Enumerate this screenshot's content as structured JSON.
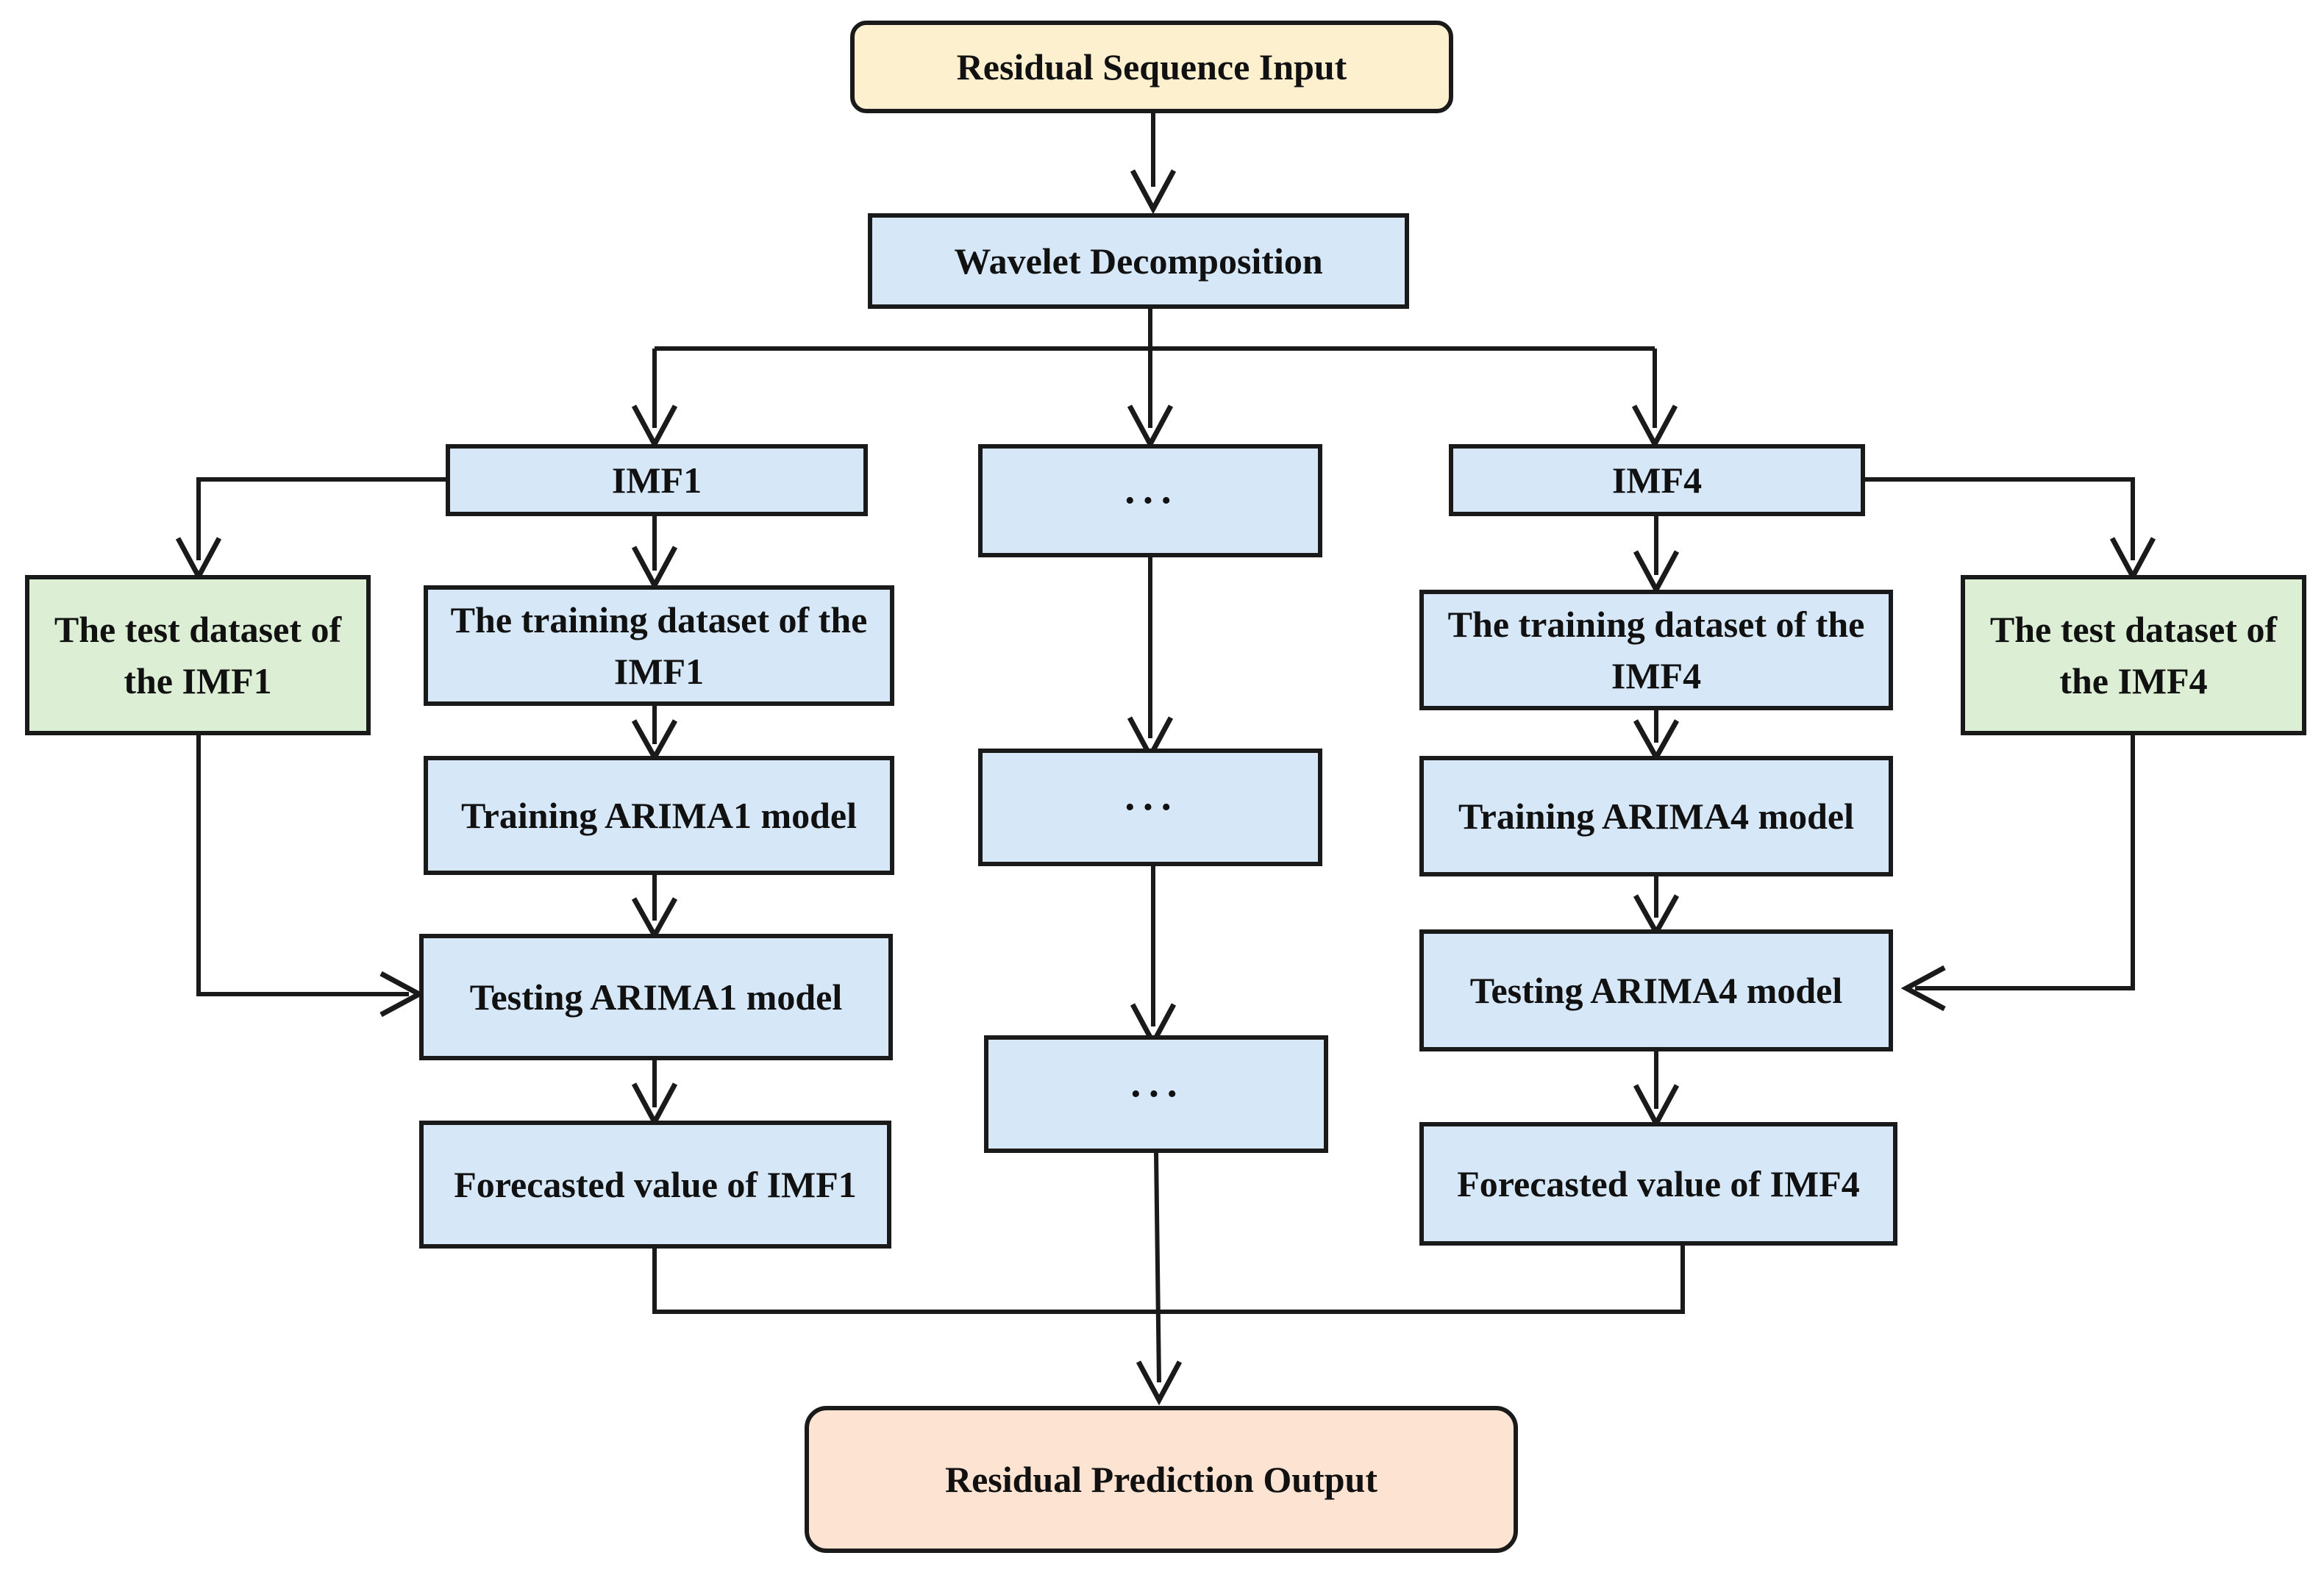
{
  "diagram": {
    "input": "Residual Sequence Input",
    "decomposition": "Wavelet Decomposition",
    "left_branch": {
      "imf": "IMF1",
      "test": "The test dataset of the IMF1",
      "training": "The training dataset of the IMF1",
      "train_model": "Training ARIMA1 model",
      "test_model": "Testing ARIMA1 model",
      "forecast": "Forecasted value of IMF1"
    },
    "middle_branch": {
      "node1": "···",
      "node2": "···",
      "node3": "···"
    },
    "right_branch": {
      "imf": "IMF4",
      "test": "The test dataset of the IMF4",
      "training": "The training dataset of the IMF4",
      "train_model": "Training ARIMA4 model",
      "test_model": "Testing ARIMA4 model",
      "forecast": "Forecasted value of IMF4"
    },
    "output": "Residual Prediction Output",
    "colors": {
      "process": "#d6e8f8",
      "test_data": "#dcefd5",
      "input": "#fdf0cf",
      "output": "#fde3d1",
      "line": "#1a1a1a"
    }
  }
}
